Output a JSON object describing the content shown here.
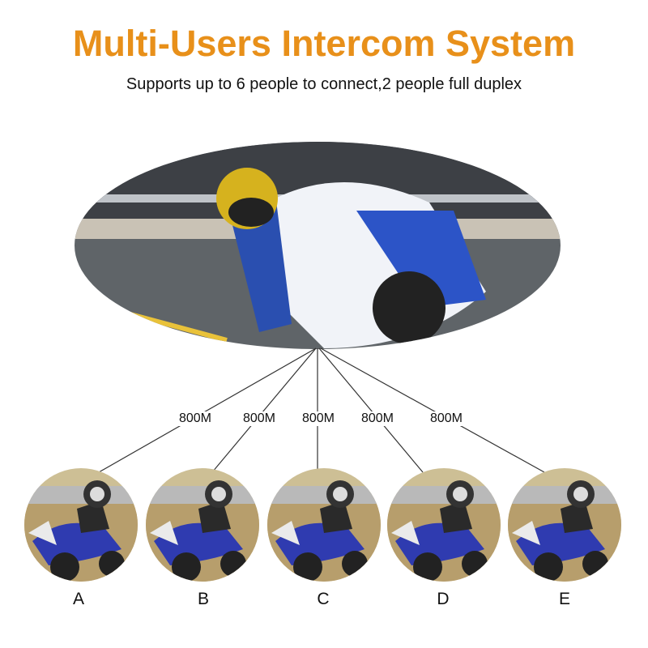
{
  "title": "Multi-Users Intercom System",
  "subtitle": "Supports up to 6 people to connect,2 people full duplex",
  "links": [
    {
      "distance": "800M",
      "user": "A"
    },
    {
      "distance": "800M",
      "user": "B"
    },
    {
      "distance": "800M",
      "user": "C"
    },
    {
      "distance": "800M",
      "user": "D"
    },
    {
      "distance": "800M",
      "user": "E"
    }
  ],
  "colors": {
    "title": "#E8901A"
  }
}
